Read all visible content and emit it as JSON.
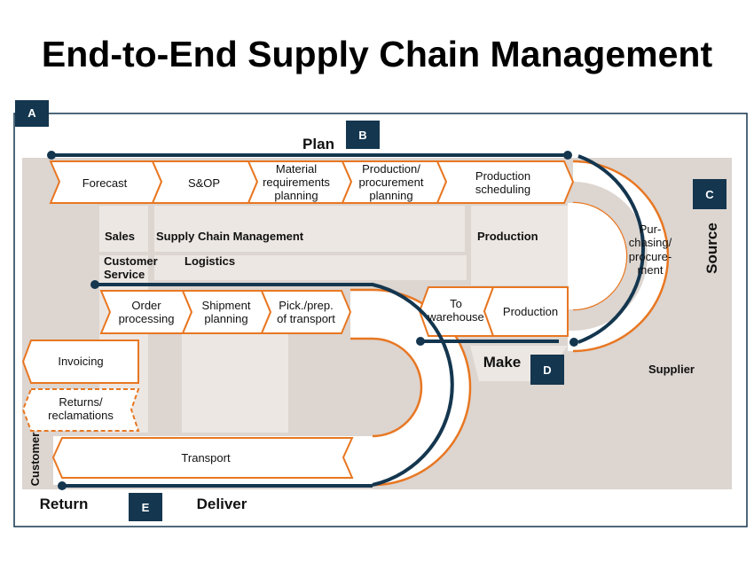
{
  "title": "End-to-End Supply Chain Management",
  "markers": {
    "a": "A",
    "b": "B",
    "c": "C",
    "d": "D",
    "e": "E"
  },
  "phases": {
    "plan": "Plan",
    "source": "Source",
    "make": "Make",
    "deliver": "Deliver",
    "return": "Return"
  },
  "areas": {
    "sales": "Sales",
    "scm": "Supply Chain Management",
    "production": "Production",
    "customer_service": [
      "Customer",
      "Service"
    ],
    "logistics": "Logistics",
    "supplier": "Supplier",
    "customer": "Customer"
  },
  "plan_steps": [
    {
      "id": "forecast",
      "lines": [
        "Forecast"
      ]
    },
    {
      "id": "sop",
      "lines": [
        "S&OP"
      ]
    },
    {
      "id": "material-requirements-planning",
      "lines": [
        "Material",
        "requirements",
        "planning"
      ]
    },
    {
      "id": "production-procurement-planning",
      "lines": [
        "Production/",
        "procurement",
        "planning"
      ]
    },
    {
      "id": "production-scheduling",
      "lines": [
        "Production",
        "scheduling"
      ]
    }
  ],
  "source_step": {
    "id": "purchasing-procurement",
    "lines": [
      "Pur-",
      "chasing/",
      "procure-",
      "ment"
    ]
  },
  "make_steps": [
    {
      "id": "to-warehouse",
      "lines": [
        "To",
        "warehouse"
      ]
    },
    {
      "id": "production-step",
      "lines": [
        "Production"
      ]
    }
  ],
  "deliver_steps": [
    {
      "id": "order-processing",
      "lines": [
        "Order",
        "processing"
      ]
    },
    {
      "id": "shipment-planning",
      "lines": [
        "Shipment",
        "planning"
      ]
    },
    {
      "id": "pick-prep-transport",
      "lines": [
        "Pick./prep.",
        "of transport"
      ]
    }
  ],
  "transport": {
    "lines": [
      "Transport"
    ]
  },
  "return_steps": [
    {
      "id": "invoicing",
      "lines": [
        "Invoicing"
      ]
    },
    {
      "id": "returns-reclamations",
      "lines": [
        "Returns/",
        "reclamations"
      ]
    }
  ],
  "colors": {
    "flow_outline": "#e87722",
    "track": "#14364f",
    "background": "#dcd5d0",
    "panel": "#ece7e3"
  }
}
